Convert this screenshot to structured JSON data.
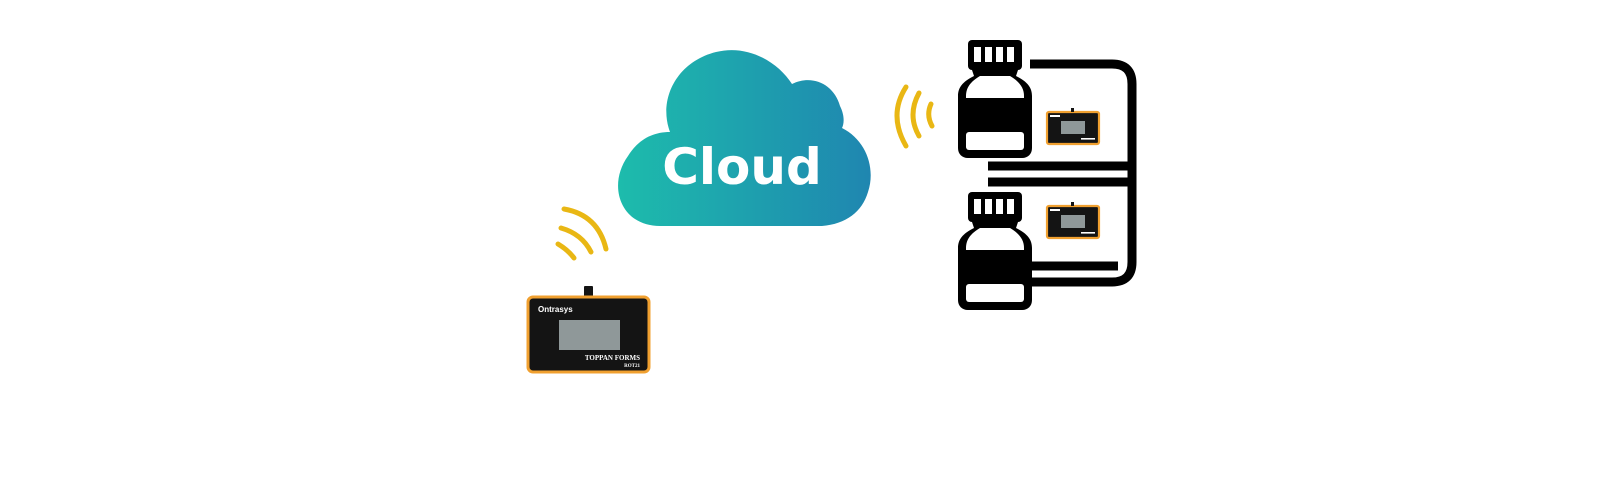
{
  "cloud": {
    "label": "Cloud"
  },
  "device": {
    "brand": "Ontrasys",
    "maker": "TOPPAN FORMS",
    "model": "ROT21"
  },
  "colors": {
    "cloud_start": "#1dbcac",
    "cloud_end": "#1f86b0",
    "signal": "#e9b714",
    "device_border": "#f0a030",
    "device_body": "#141414",
    "screen": "#8f9899",
    "rack": "#000000"
  },
  "icons": [
    "cloud-icon",
    "wireless-signal-icon",
    "logger-device-icon",
    "bottle-icon",
    "rack-icon"
  ]
}
